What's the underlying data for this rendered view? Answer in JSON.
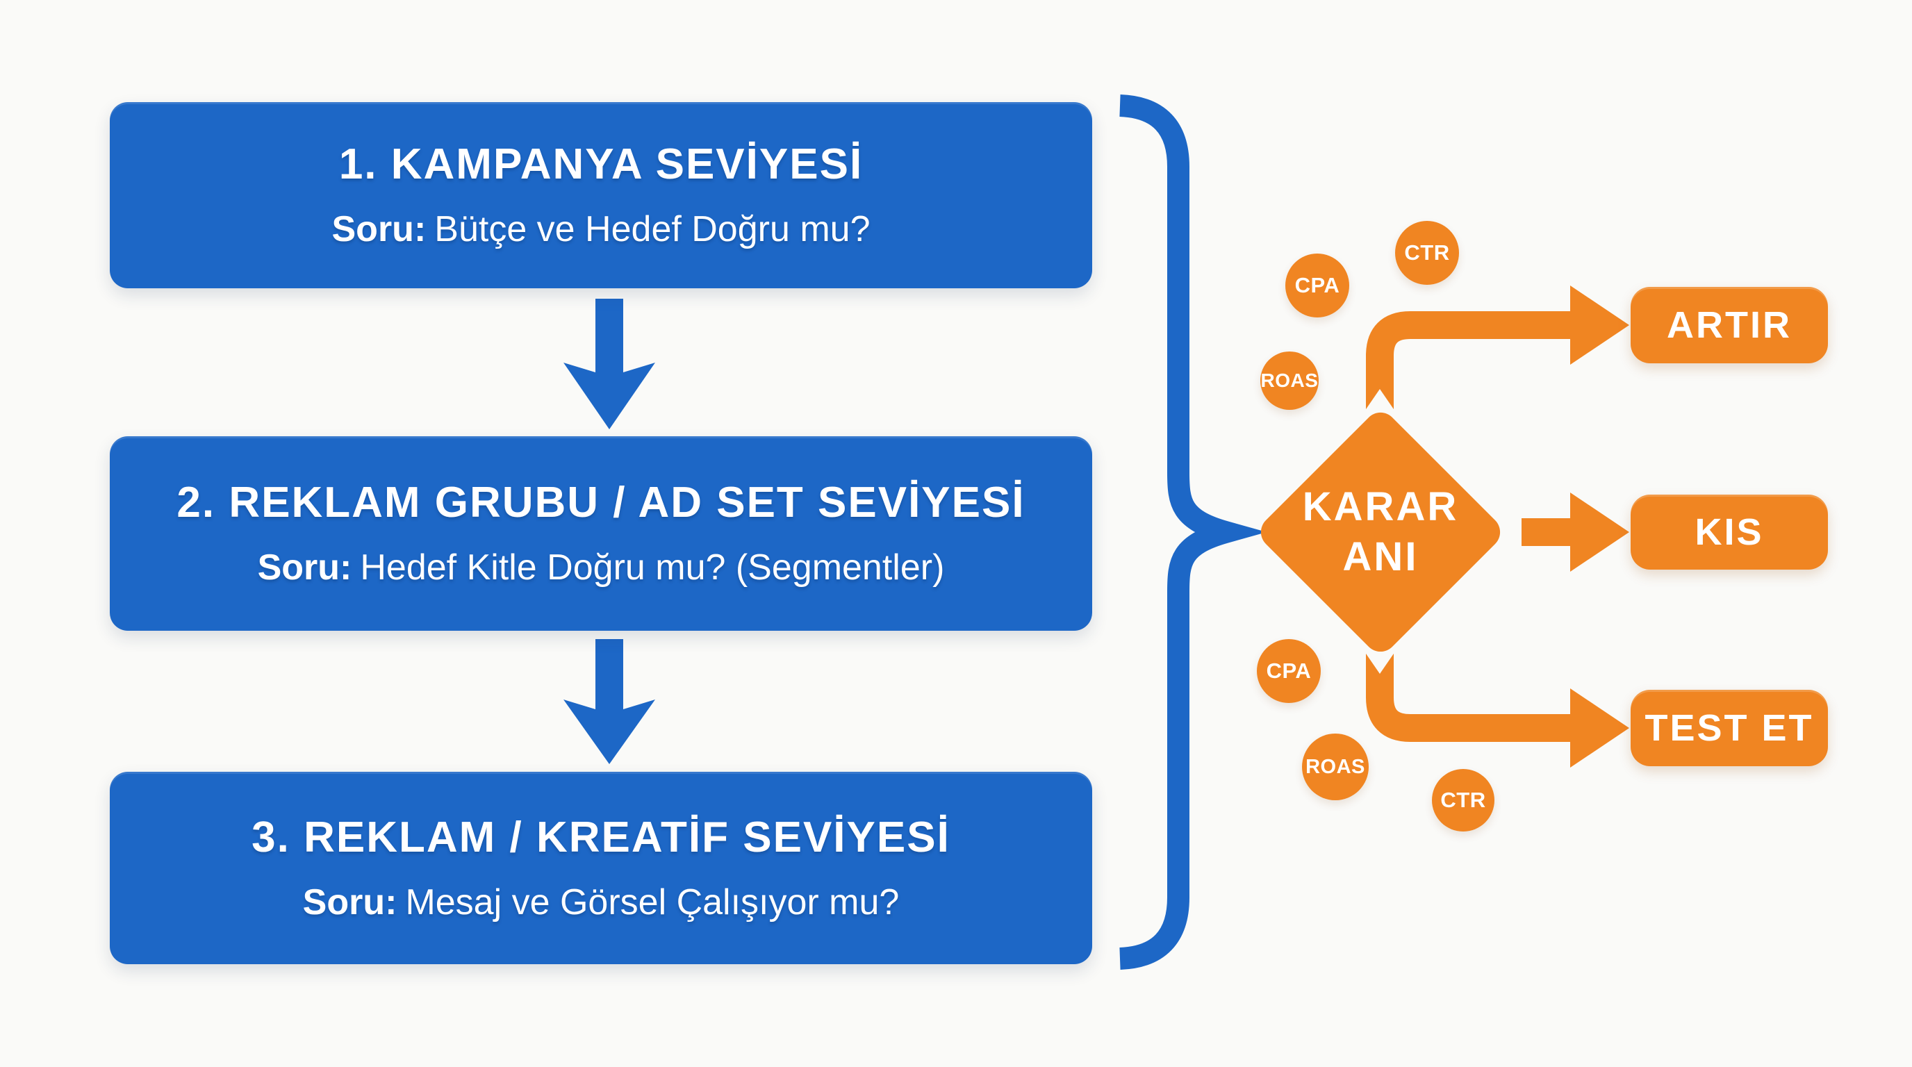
{
  "palette": {
    "blue": "#1d67c6",
    "orange": "#f08522",
    "background": "#fafaf8",
    "text": "#ffffff"
  },
  "levels": [
    {
      "title": "1. KAMPANYA SEVİYESİ",
      "question_label": "Soru:",
      "question": "Bütçe ve Hedef Doğru mu?"
    },
    {
      "title": "2. REKLAM GRUBU / AD SET SEVİYESİ",
      "question_label": "Soru:",
      "question": "Hedef Kitle Doğru mu? (Segmentler)"
    },
    {
      "title": "3. REKLAM / KREATİF SEVİYESİ",
      "question_label": "Soru:",
      "question": "Mesaj ve Görsel Çalışıyor mu?"
    }
  ],
  "decision": {
    "line1": "KARAR",
    "line2": "ANI"
  },
  "metric_circles": {
    "top": [
      {
        "label": "CPA"
      },
      {
        "label": "CTR"
      },
      {
        "label": "ROAS"
      }
    ],
    "bottom": [
      {
        "label": "CPA"
      },
      {
        "label": "ROAS"
      },
      {
        "label": "CTR"
      }
    ]
  },
  "actions": [
    {
      "label": "ARTIR"
    },
    {
      "label": "KIS"
    },
    {
      "label": "TEST ET"
    }
  ]
}
